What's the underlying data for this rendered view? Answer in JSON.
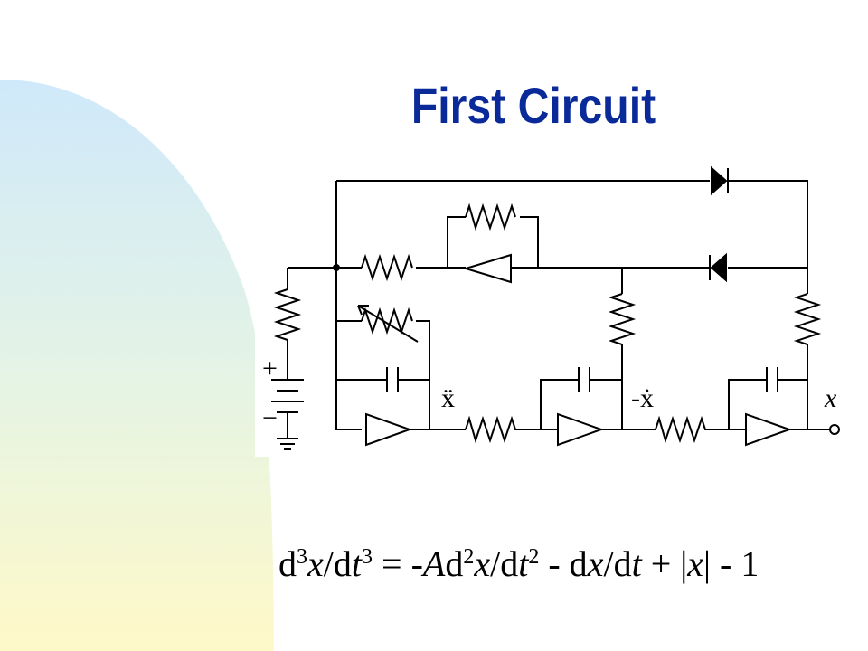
{
  "slide": {
    "title": "First Circuit",
    "colors": {
      "title": "#0a2a9a",
      "gradient_top": "#cfe9fb",
      "gradient_bottom": "#fff9c8"
    }
  },
  "circuit": {
    "labels": {
      "x_ddot": "ẍ",
      "neg_x_dot": "-ẋ",
      "x": "x",
      "plus": "+",
      "minus": "−"
    }
  },
  "equation": {
    "d1": "d",
    "e1": "3",
    "v1": "x",
    "s1": "/d",
    "t1": "t",
    "e2": "3",
    "eq": " = -",
    "A": "A",
    "d2": "d",
    "e3": "2",
    "v2": "x",
    "s2": "/d",
    "t2": "t",
    "e4": "2",
    "m1": " - d",
    "v3": "x",
    "s3": "/d",
    "t3": "t",
    "p1": " + |",
    "v4": "x",
    "end": "| - 1"
  }
}
